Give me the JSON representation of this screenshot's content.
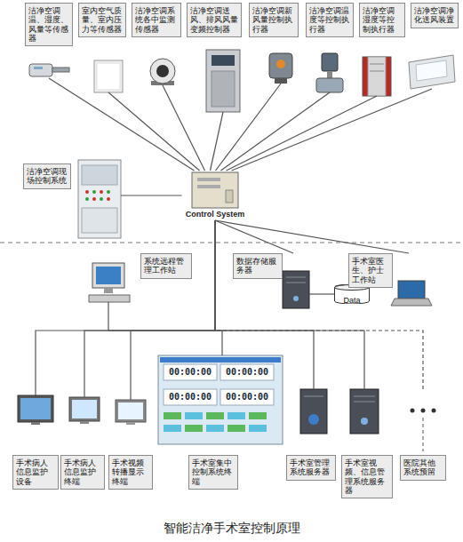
{
  "diagram": {
    "caption": "智能洁净手术室控制原理",
    "nodes": [
      {
        "text": [
          "洁净空调温、湿度、风量等传感器"
        ]
      },
      {
        "text": [
          "室内空气质量、室内压力等传感器"
        ]
      },
      {
        "text": [
          "洁净空调系统各中监测传感器"
        ]
      },
      {
        "text": [
          "洁净空调送风、排风风量变频控制器"
        ]
      },
      {
        "text": [
          "洁净空调新风量控制执行器"
        ]
      },
      {
        "text": [
          "洁净空调温度等控制执行器"
        ]
      },
      {
        "text": [
          "洁净空调湿度等控制执行器"
        ]
      },
      {
        "text": [
          "洁净空调净化送风装置"
        ]
      },
      {
        "text": [
          "洁净空调现场控制系统"
        ]
      },
      {
        "text": [
          "Control System"
        ]
      },
      {
        "text": [
          "系统远程管理工作站"
        ]
      },
      {
        "text": [
          "数据存储服务器"
        ]
      },
      {
        "text": [
          "Data"
        ]
      },
      {
        "text": [
          "手术室医生、护士工作站"
        ]
      },
      {
        "text": [
          "手术病人信息监护设备"
        ]
      },
      {
        "text": [
          "手术病人信息监护终端"
        ]
      },
      {
        "text": [
          "手术视频转播显示终端"
        ]
      },
      {
        "text": [
          "手术室集中控制系统终端"
        ]
      },
      {
        "text": [
          "手术室管理系统服务器"
        ]
      },
      {
        "text": [
          "手术室视频、信息管理系统服务器"
        ]
      },
      {
        "text": [
          "医院其他系统预留"
        ]
      }
    ],
    "edges": [
      {
        "from": 0,
        "to": 9,
        "arrow": "none"
      },
      {
        "from": 1,
        "to": 9,
        "arrow": "none"
      },
      {
        "from": 2,
        "to": 9,
        "arrow": "none"
      },
      {
        "from": 3,
        "to": 9,
        "arrow": "none"
      },
      {
        "from": 4,
        "to": 9,
        "arrow": "none"
      },
      {
        "from": 5,
        "to": 9,
        "arrow": "none"
      },
      {
        "from": 6,
        "to": 9,
        "arrow": "none"
      },
      {
        "from": 7,
        "to": 9,
        "arrow": "none"
      },
      {
        "from": 8,
        "to": 9,
        "arrow": "none"
      },
      {
        "from": 9,
        "to": 10,
        "arrow": "none"
      },
      {
        "from": 9,
        "to": 11,
        "arrow": "none"
      },
      {
        "from": 9,
        "to": 13,
        "arrow": "none"
      },
      {
        "from": 11,
        "to": 12,
        "arrow": "none"
      },
      {
        "from": 9,
        "to": 14,
        "arrow": "none"
      },
      {
        "from": 9,
        "to": 15,
        "arrow": "none"
      },
      {
        "from": 9,
        "to": 16,
        "arrow": "none"
      },
      {
        "from": 9,
        "to": 17,
        "arrow": "none"
      },
      {
        "from": 9,
        "to": 18,
        "arrow": "none"
      },
      {
        "from": 9,
        "to": 19,
        "arrow": "none"
      },
      {
        "from": 9,
        "to": 20,
        "arrow": "none"
      }
    ],
    "labels": [
      "00:00:00",
      "00:00:00",
      "00:00:00",
      "00:00:00"
    ]
  }
}
